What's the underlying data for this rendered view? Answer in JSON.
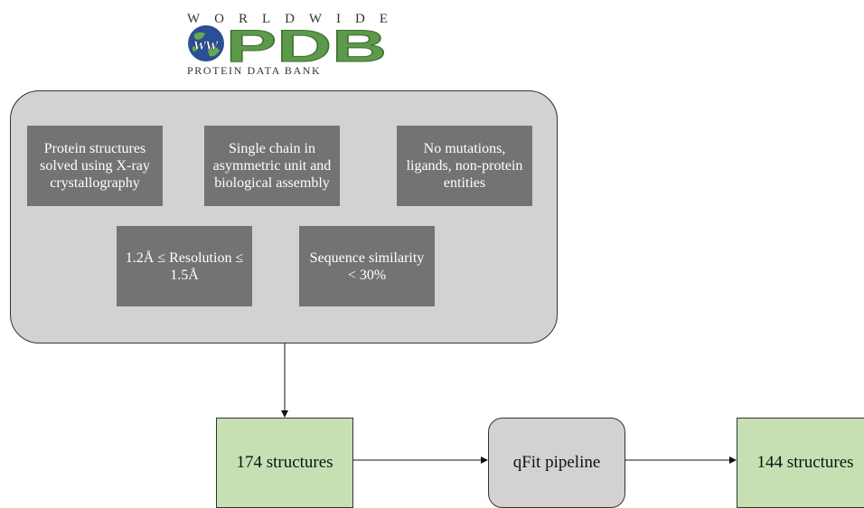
{
  "logo": {
    "top_letters": [
      "W",
      "O",
      "R",
      "L",
      "D",
      "W",
      "I",
      "D",
      "E"
    ],
    "emblem_text": "ww",
    "main_text": "PDB",
    "bottom_text": "PROTEIN DATA BANK",
    "colors": {
      "green": "#5c9a4a",
      "globe_blue": "#2a4f95",
      "text": "#333333"
    }
  },
  "criteria": [
    "Protein structures solved using X-ray crystallography",
    "Single chain in asymmetric unit and biological assembly",
    "No mutations, ligands, non-protein entities",
    "1.2Å ≤ Resolution ≤ 1.5Å",
    "Sequence similarity < 30%"
  ],
  "flow": {
    "initial": "174 structures",
    "process": "qFit pipeline",
    "final": "144 structures"
  },
  "colors": {
    "container_fill": "#d4d1d2",
    "criterion_fill": "#737373",
    "result_fill": "#c6e0b4",
    "outline": "#333333"
  }
}
